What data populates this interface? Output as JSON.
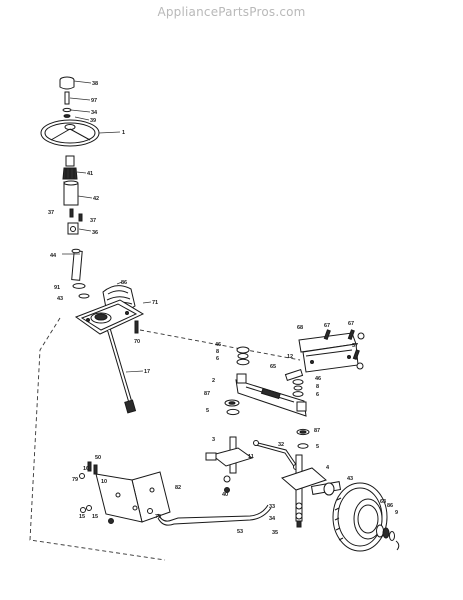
{
  "watermark": "AppliancePartsPros.com",
  "callouts": [
    {
      "label": "38"
    },
    {
      "label": "97"
    },
    {
      "label": "34"
    },
    {
      "label": "39"
    },
    {
      "label": "1"
    },
    {
      "label": "41"
    },
    {
      "label": "42"
    },
    {
      "label": "37"
    },
    {
      "label": "37"
    },
    {
      "label": "36"
    },
    {
      "label": "44"
    },
    {
      "label": "91"
    },
    {
      "label": "43"
    },
    {
      "label": "86"
    },
    {
      "label": "71"
    },
    {
      "label": "70"
    },
    {
      "label": "17"
    },
    {
      "label": "68"
    },
    {
      "label": "67"
    },
    {
      "label": "67"
    },
    {
      "label": "57"
    },
    {
      "label": "12"
    },
    {
      "label": "46"
    },
    {
      "label": "8"
    },
    {
      "label": "6"
    },
    {
      "label": "65"
    },
    {
      "label": "2"
    },
    {
      "label": "46"
    },
    {
      "label": "8"
    },
    {
      "label": "6"
    },
    {
      "label": "87"
    },
    {
      "label": "5"
    },
    {
      "label": "87"
    },
    {
      "label": "5"
    },
    {
      "label": "3"
    },
    {
      "label": "11"
    },
    {
      "label": "32"
    },
    {
      "label": "4"
    },
    {
      "label": "40"
    },
    {
      "label": "33"
    },
    {
      "label": "34"
    },
    {
      "label": "35"
    },
    {
      "label": "43"
    },
    {
      "label": "63"
    },
    {
      "label": "86"
    },
    {
      "label": "9"
    },
    {
      "label": "50"
    },
    {
      "label": "16"
    },
    {
      "label": "79"
    },
    {
      "label": "10"
    },
    {
      "label": "15"
    },
    {
      "label": "15"
    },
    {
      "label": "82"
    },
    {
      "label": "79"
    },
    {
      "label": "53"
    }
  ]
}
